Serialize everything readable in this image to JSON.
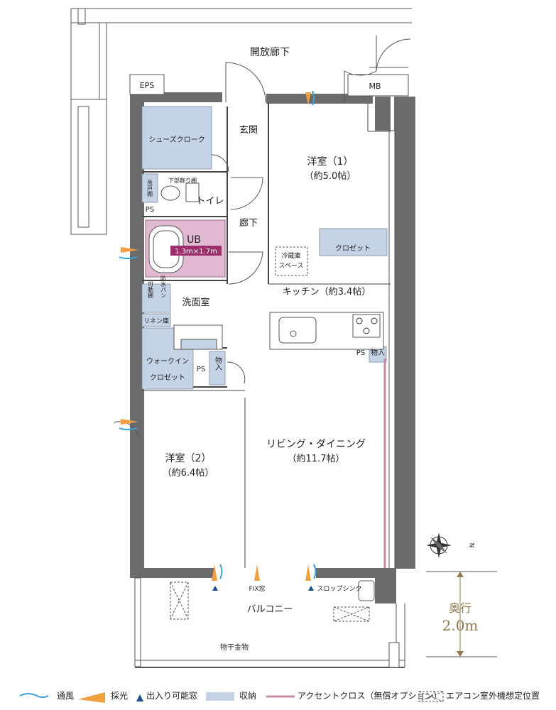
{
  "rooms": {
    "corridor_open": "開放廊下",
    "eps": "EPS",
    "mb": "MB",
    "genkan": "玄関",
    "shoes": "シューズクローク",
    "yoshitsu1": "洋室（1）",
    "yoshitsu1_size": "（約5.0帖）",
    "toilet": "トイレ",
    "shelf_under": "下部飾り棚",
    "hanging_shelf": "吊戸棚",
    "ps1": "PS",
    "rouka": "廊下",
    "closet1": "クロゼット",
    "ub": "UB",
    "ub_size": "1.3m×1.7m",
    "fridge": "冷蔵庫\nスペース",
    "fridge_l1": "冷蔵庫",
    "fridge_l2": "スペース",
    "kitchen": "キッチン（約3.4帖）",
    "movable_shelf": "可動棚",
    "waterproof_pan": "防水パン",
    "senmen": "洗面室",
    "linen": "リネン庫",
    "ps2": "PS",
    "storage1": "物入",
    "walkin_l1": "ウォークイン",
    "walkin_l2": "クロゼット",
    "ps3": "PS",
    "storage2": "物入",
    "living": "リビング・ダイニング",
    "living_size": "（約11.7帖）",
    "yoshitsu2": "洋室（2）",
    "yoshitsu2_size": "（約6.4帖）",
    "fix_window": "FIX窓",
    "slop_sink": "スロップシンク",
    "balcony": "バルコニー",
    "drying": "物干金物"
  },
  "depth": {
    "label": "奥行",
    "value": "2.0m"
  },
  "compass": {
    "north": "N"
  },
  "legend": {
    "ventilation": "通風",
    "daylight": "採光",
    "exit_window": "出入り可能窓",
    "storage": "収納",
    "accent": "アクセントクロス（無償オプション）",
    "ac_unit": "エアコン室外機想定位置"
  },
  "colors": {
    "storage": "#c5d3e6",
    "ub": "#e2b9d2",
    "ub_tag": "#9c2f6b",
    "accent_line": "#c98aa8",
    "wind": "#3aa0d8",
    "light": "#f0a040",
    "exit": "#1e4d8c",
    "wall": "#6b6b6b",
    "depth_text": "#8c7a4e"
  }
}
